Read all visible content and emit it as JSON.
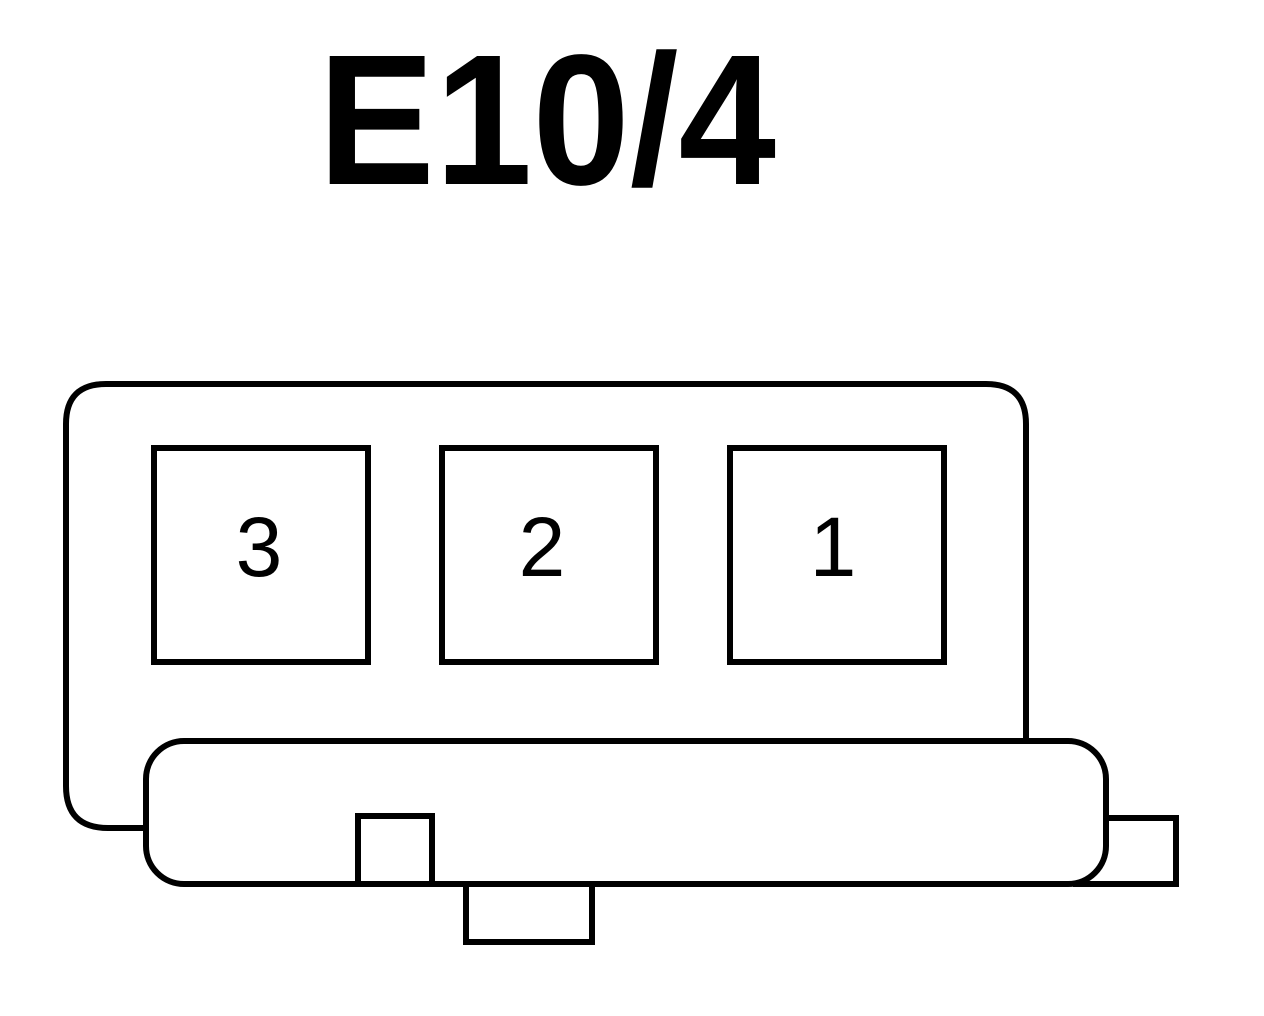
{
  "connector": {
    "id": "E10/4",
    "pins": [
      {
        "label": "3"
      },
      {
        "label": "2"
      },
      {
        "label": "1"
      }
    ]
  },
  "colors": {
    "stroke": "#000000",
    "background": "#ffffff"
  }
}
